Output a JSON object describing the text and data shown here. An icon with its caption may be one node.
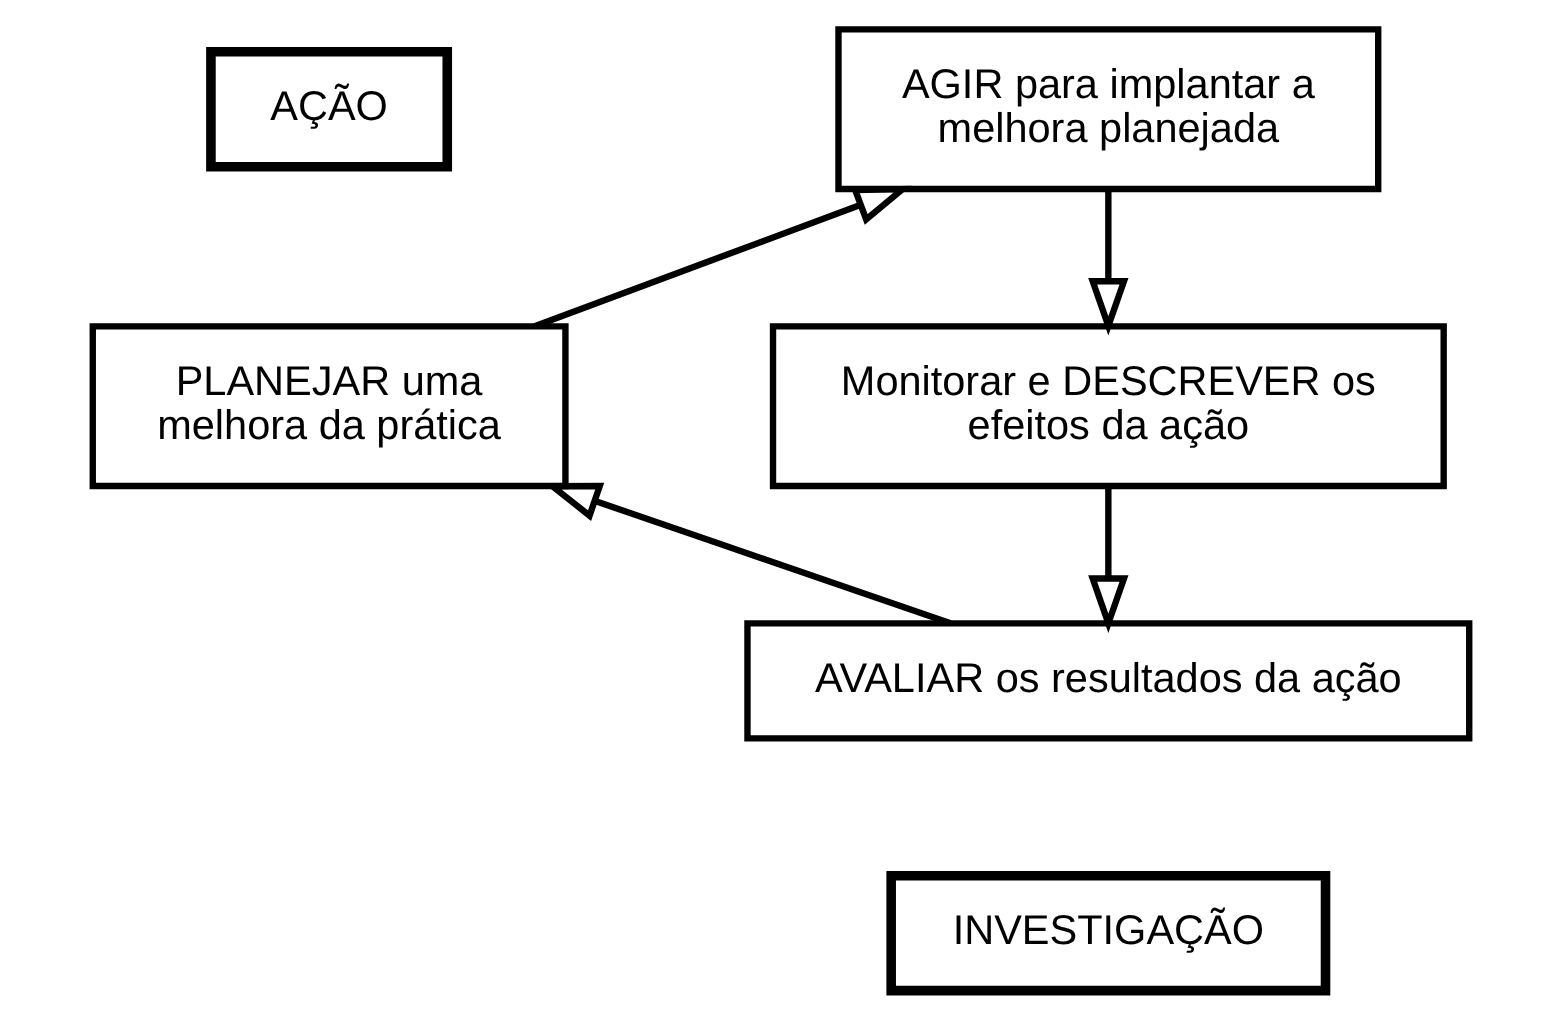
{
  "diagram": {
    "nodes": [
      {
        "text": [
          "AÇÃO"
        ]
      },
      {
        "text": [
          "AGIR para implantar a melhora planejada"
        ]
      },
      {
        "text": [
          "PLANEJAR uma melhora da prática"
        ]
      },
      {
        "text": [
          "Monitorar e DESCREVER os efeitos da ação"
        ]
      },
      {
        "text": [
          "AVALIAR os resultados da ação"
        ]
      },
      {
        "text": [
          "INVESTIGAÇÃO"
        ]
      }
    ],
    "edges": [
      {
        "from": 2,
        "to": 1,
        "arrow": "to"
      },
      {
        "from": 1,
        "to": 3,
        "arrow": "to"
      },
      {
        "from": 3,
        "to": 4,
        "arrow": "to"
      },
      {
        "from": 4,
        "to": 2,
        "arrow": "to"
      }
    ]
  }
}
